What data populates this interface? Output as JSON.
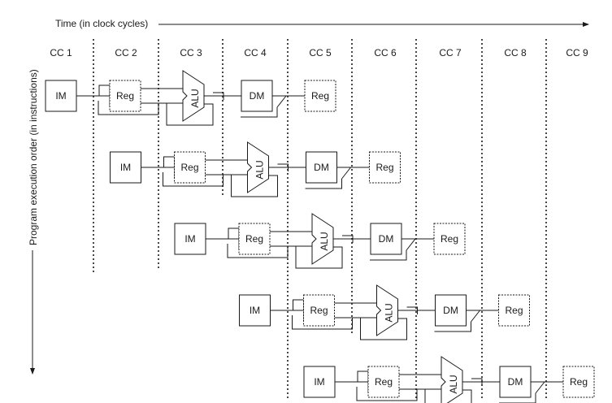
{
  "time_axis_label": "Time (in clock cycles)",
  "order_axis_label": "Program execution order (in instructions)",
  "clock_cycles": [
    "CC 1",
    "CC 2",
    "CC 3",
    "CC 4",
    "CC 5",
    "CC 6",
    "CC 7",
    "CC 8",
    "CC 9"
  ],
  "stages": {
    "im": "IM",
    "reg": "Reg",
    "alu": "ALU",
    "dm": "DM"
  },
  "instruction_count": 5,
  "colors": {
    "ink": "#1a1a1a",
    "background": "#ffffff"
  }
}
